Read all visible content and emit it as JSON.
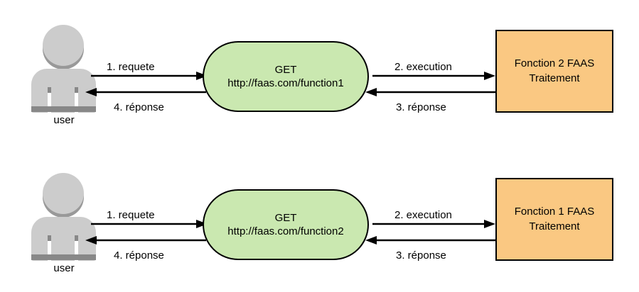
{
  "diagram": {
    "title": "FaaS request sequence diagram",
    "colors": {
      "process_fill": "#cae8b0",
      "faas_fill": "#fac882",
      "actor_light": "#cccccc",
      "actor_dark": "#888888",
      "stroke": "#000000",
      "background": "#ffffff"
    },
    "rows": [
      {
        "actor": {
          "label": "user"
        },
        "process": {
          "line1": "GET",
          "line2": "http://faas.com/function1"
        },
        "faas": {
          "line1": "Fonction 2 FAAS",
          "line2": "Traitement"
        },
        "arrows": {
          "request": "1. requete",
          "execution": "2. execution",
          "faas_response": "3. réponse",
          "user_response": "4. réponse"
        }
      },
      {
        "actor": {
          "label": "user"
        },
        "process": {
          "line1": "GET",
          "line2": "http://faas.com/function2"
        },
        "faas": {
          "line1": "Fonction 1 FAAS",
          "line2": "Traitement"
        },
        "arrows": {
          "request": "1. requete",
          "execution": "2. execution",
          "faas_response": "3. réponse",
          "user_response": "4. réponse"
        }
      }
    ]
  }
}
